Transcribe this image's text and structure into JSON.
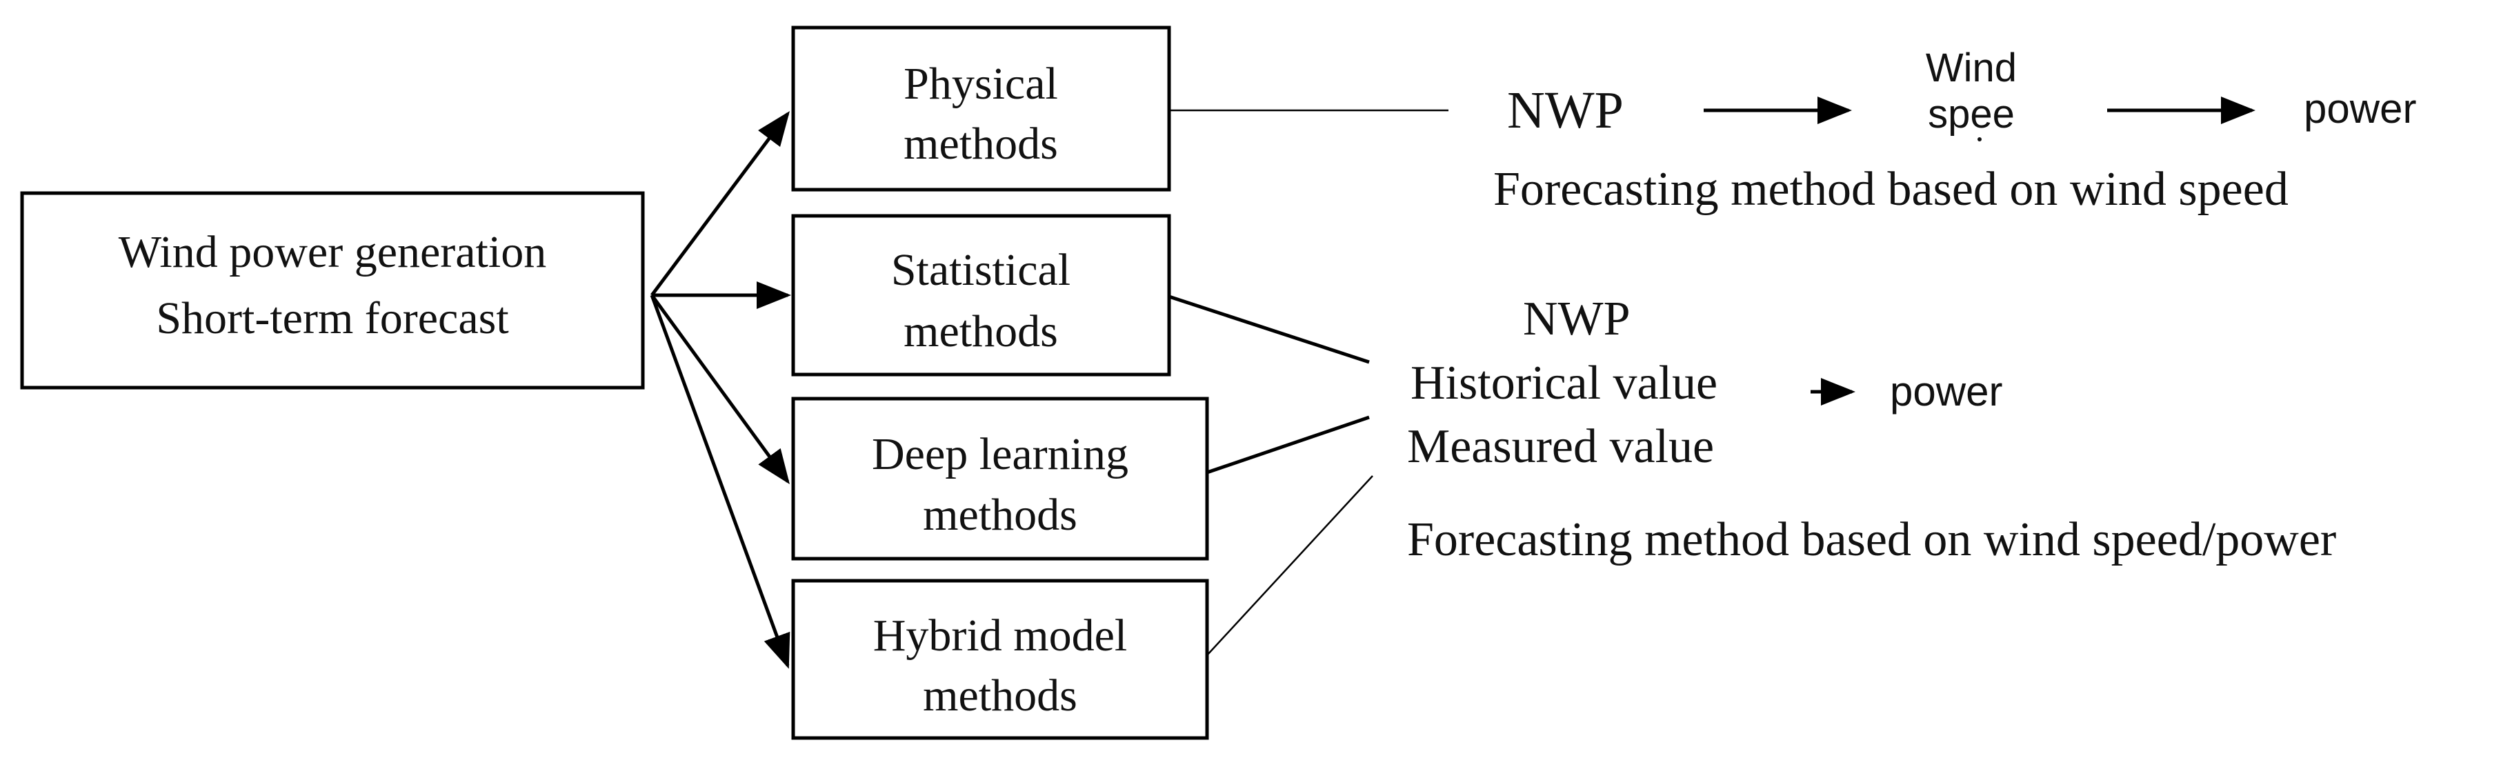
{
  "root": {
    "line1": "Wind power generation",
    "line2": "Short-term forecast"
  },
  "methods": [
    {
      "line1": "Physical",
      "line2": "methods"
    },
    {
      "line1": "Statistical",
      "line2": "methods"
    },
    {
      "line1": "Deep learning",
      "line2": "methods"
    },
    {
      "line1": "Hybrid model",
      "line2": "methods"
    }
  ],
  "top_flow": {
    "nwp": "NWP",
    "wind_line1": "Wind",
    "wind_line2": "spee",
    "power": "power",
    "caption": "Forecasting method based on wind speed"
  },
  "bottom_flow": {
    "nwp": "NWP",
    "historical": "Historical value",
    "measured": "Measured value",
    "power": "power",
    "caption": "Forecasting method based on wind speed/power"
  }
}
